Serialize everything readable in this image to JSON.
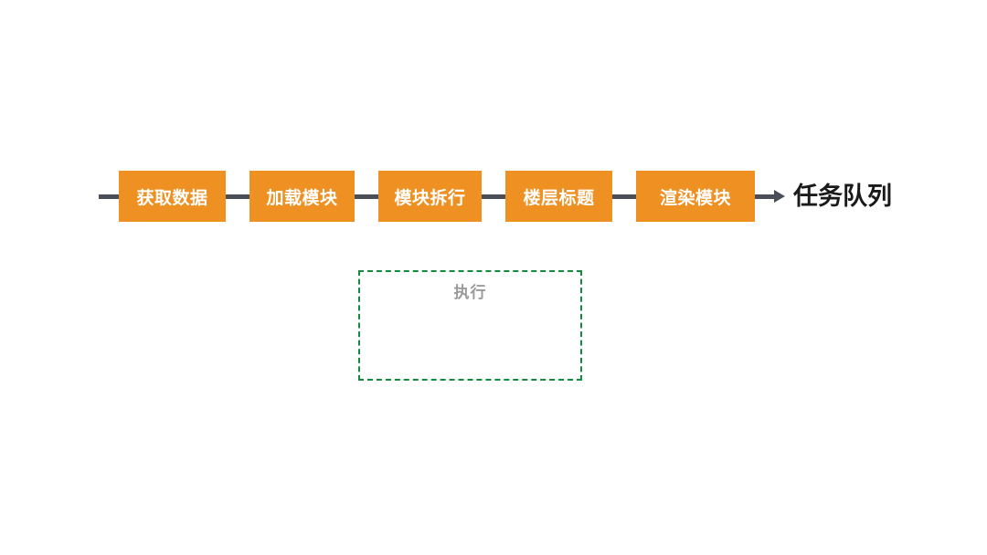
{
  "diagram": {
    "title_text": "",
    "colors": {
      "stage_fill": "#ee9022",
      "stage_text": "#ffffff",
      "connector": "#4a4e57",
      "terminal_text": "#1a1a1a",
      "dashed_border": "#138a3e",
      "dashed_caption_text": "#9a9a9a",
      "background": "#ffffff"
    },
    "pipeline": {
      "stages": [
        {
          "label": "获取数据"
        },
        {
          "label": "加载模块"
        },
        {
          "label": "模块拆行"
        },
        {
          "label": "楼层标题"
        },
        {
          "label": "渲染模块"
        }
      ],
      "terminal": {
        "label": "任务队列"
      }
    },
    "group": {
      "caption": "执行",
      "style": "dashed"
    }
  }
}
